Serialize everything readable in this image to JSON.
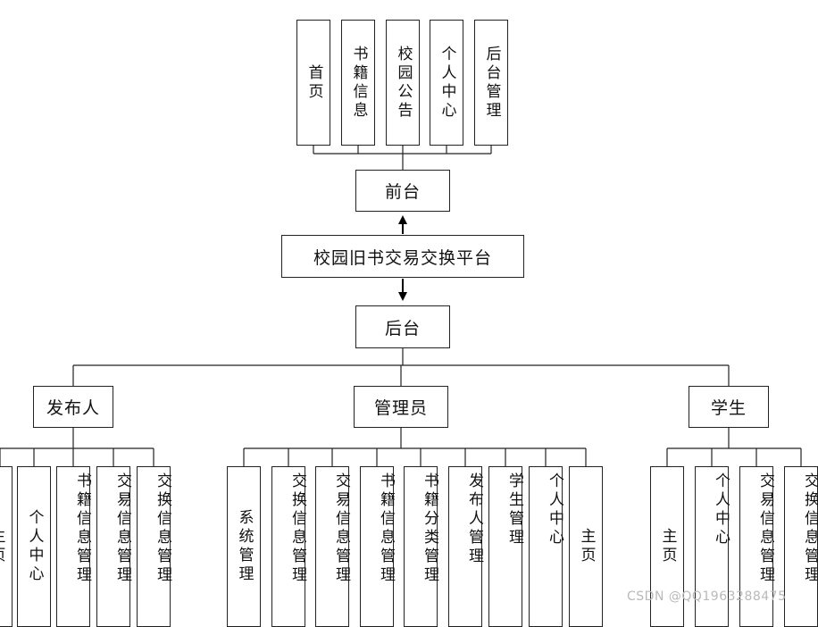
{
  "root": "校园旧书交易交换平台",
  "frontend": {
    "label": "前台",
    "modules": [
      "首页",
      "书籍信息",
      "校园公告",
      "个人中心",
      "后台管理"
    ]
  },
  "backend": {
    "label": "后台",
    "roles": {
      "publisher": {
        "label": "发布人",
        "modules": [
          "主页",
          "个人中心",
          "书籍信息管理",
          "交易信息管理",
          "交换信息管理"
        ]
      },
      "admin": {
        "label": "管理员",
        "modules": [
          "系统管理",
          "交换信息管理",
          "交易信息管理",
          "书籍信息管理",
          "书籍分类管理",
          "发布人管理",
          "学生管理",
          "个人中心",
          "主页"
        ]
      },
      "student": {
        "label": "学生",
        "modules": [
          "主页",
          "个人中心",
          "交易信息管理",
          "交换信息管理"
        ]
      }
    }
  },
  "watermark": "CSDN @QQ1963288475"
}
